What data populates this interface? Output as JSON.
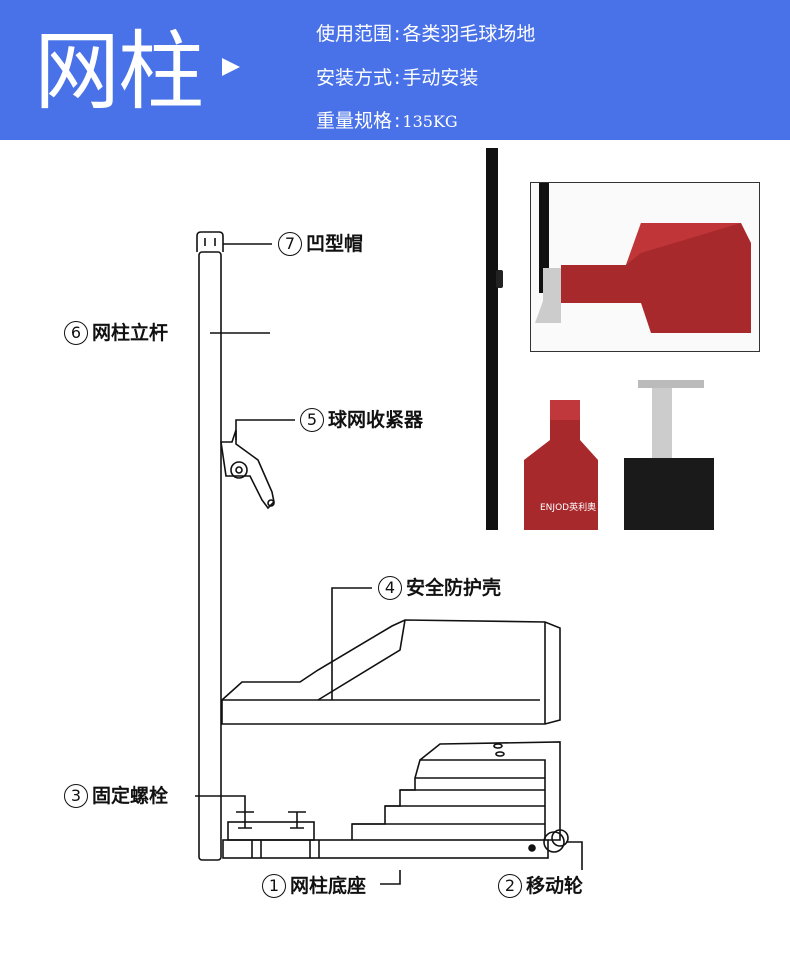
{
  "header": {
    "title": "网柱",
    "specs": [
      {
        "label": "使用范围",
        "sep": ":",
        "value": "各类羽毛球场地"
      },
      {
        "label": "安装方式",
        "sep": ":",
        "value": "手动安装"
      },
      {
        "label": "重量规格",
        "sep": ":",
        "value": "135KG"
      }
    ]
  },
  "parts": [
    {
      "num": "7",
      "name": "凹型帽"
    },
    {
      "num": "6",
      "name": "网柱立杆"
    },
    {
      "num": "5",
      "name": "球网收紧器"
    },
    {
      "num": "4",
      "name": "安全防护壳"
    },
    {
      "num": "3",
      "name": "固定螺栓"
    },
    {
      "num": "1",
      "name": "网柱底座"
    },
    {
      "num": "2",
      "name": "移动轮"
    }
  ],
  "product_logo_text": "ENJOD英利奥",
  "colors": {
    "banner": "#4a72e8",
    "shell_red": "#a8292c",
    "base_black": "#1a1a1a"
  },
  "icons": {
    "arrow": "triangle-right-icon"
  }
}
